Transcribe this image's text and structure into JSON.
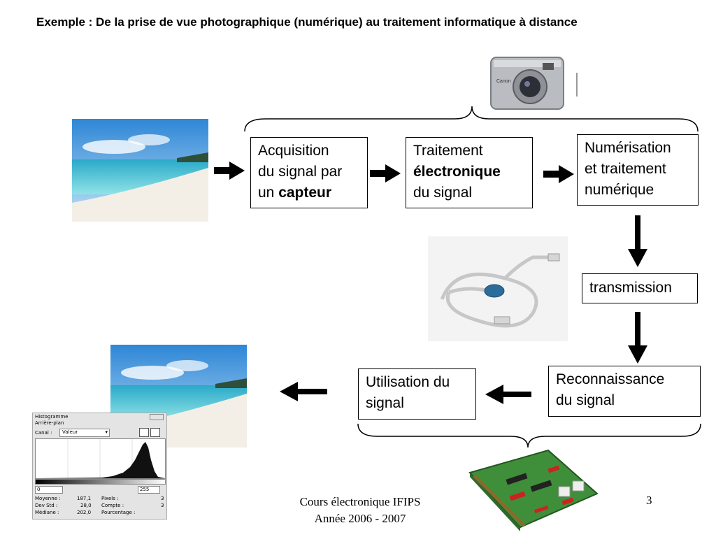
{
  "title": "Exemple : De la prise de vue photographique (numérique) au traitement informatique à distance",
  "boxes": {
    "acquisition": {
      "line1": "Acquisition",
      "line2": "du signal par",
      "line3_prefix": "un ",
      "line3_bold": "capteur"
    },
    "traitement": {
      "line1": "Traitement",
      "line2_bold": "électronique",
      "line3": "du signal"
    },
    "numerisation": {
      "line1": "Numérisation",
      "line2": "et traitement",
      "line3": "numérique"
    },
    "transmission": {
      "label": "transmission"
    },
    "reconnaissance": {
      "line1": "Reconnaissance",
      "line2": "du signal"
    },
    "utilisation": {
      "line1": "Utilisation du",
      "line2": "signal"
    }
  },
  "images": {
    "camera": {
      "brand": "Canon"
    },
    "histogram": {
      "window_title": "Histogramme",
      "subtitle": "Arrière-plan",
      "channel_label": "Canal :",
      "channel_value": "Valeur",
      "range_min": "0",
      "range_max": "255",
      "stats": {
        "mean_label": "Moyenne :",
        "mean_value": "187,1",
        "std_label": "Dev Std :",
        "std_value": "28,0",
        "median_label": "Médiane :",
        "median_value": "202,0",
        "pixels_label": "Pixels :",
        "pixels_value": "3",
        "count_label": "Compte :",
        "count_value": "3",
        "percent_label": "Pourcentage :"
      }
    }
  },
  "footer": {
    "line1": "Cours électronique IFIPS",
    "line2": "Année 2006 - 2007",
    "page_number": "3"
  },
  "colors": {
    "sky": "#5aa8e6",
    "sea": "#4fc3d9",
    "sand": "#f4efe6",
    "pcb": "#3f8f3a"
  }
}
